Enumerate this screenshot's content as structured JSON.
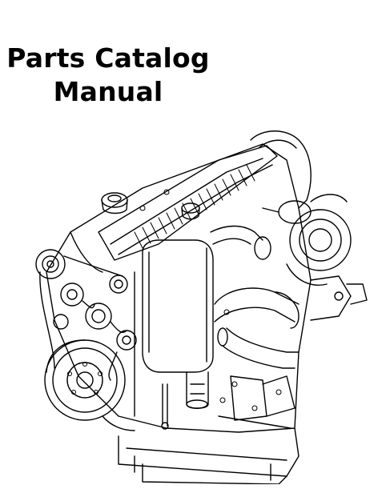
{
  "document": {
    "title_line1": "Parts Catalog",
    "title_line2": "Manual"
  },
  "illustration": {
    "icon": "engine-line-drawing"
  },
  "colors": {
    "background": "#ffffff",
    "ink": "#000000"
  }
}
